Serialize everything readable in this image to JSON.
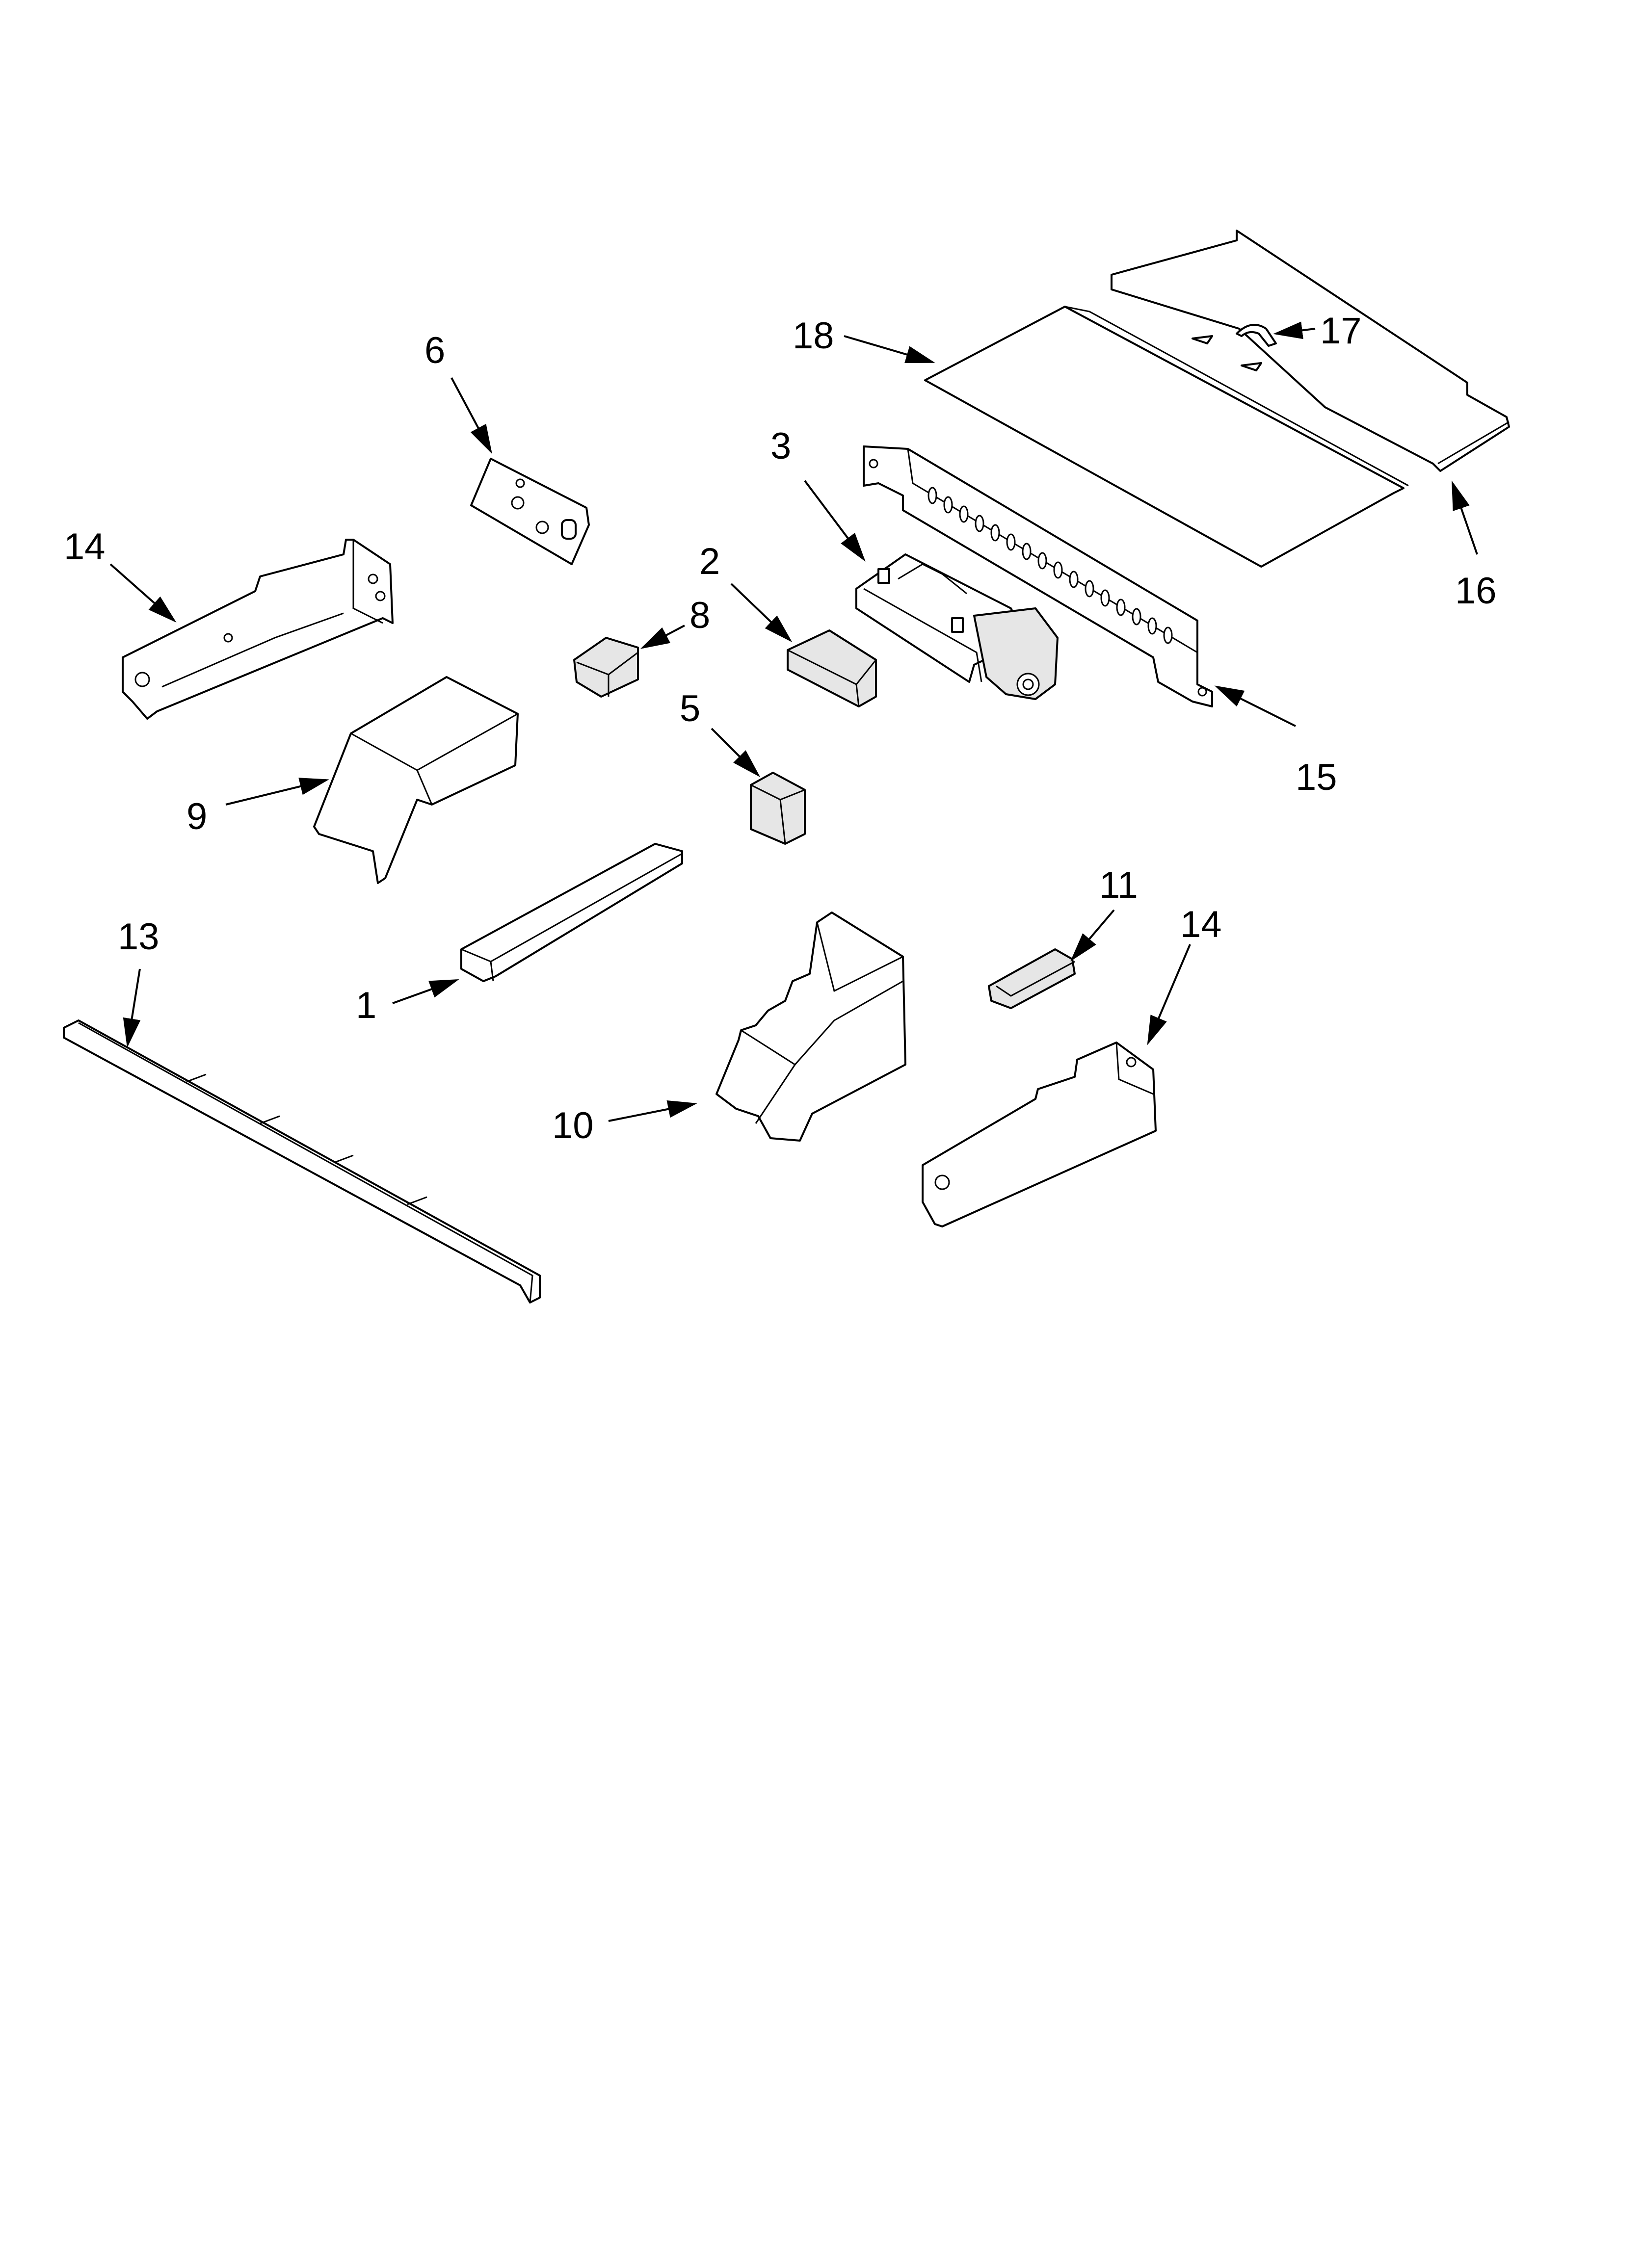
{
  "diagram": {
    "callouts": [
      {
        "id": "c18",
        "label": "18"
      },
      {
        "id": "c17",
        "label": "17"
      },
      {
        "id": "c16",
        "label": "16"
      },
      {
        "id": "c6",
        "label": "6"
      },
      {
        "id": "c3",
        "label": "3"
      },
      {
        "id": "c14a",
        "label": "14"
      },
      {
        "id": "c2",
        "label": "2"
      },
      {
        "id": "c8",
        "label": "8"
      },
      {
        "id": "c5",
        "label": "5"
      },
      {
        "id": "c15",
        "label": "15"
      },
      {
        "id": "c9",
        "label": "9"
      },
      {
        "id": "c13",
        "label": "13"
      },
      {
        "id": "c11",
        "label": "11"
      },
      {
        "id": "c14b",
        "label": "14"
      },
      {
        "id": "c1",
        "label": "1"
      },
      {
        "id": "c10",
        "label": "10"
      }
    ]
  }
}
